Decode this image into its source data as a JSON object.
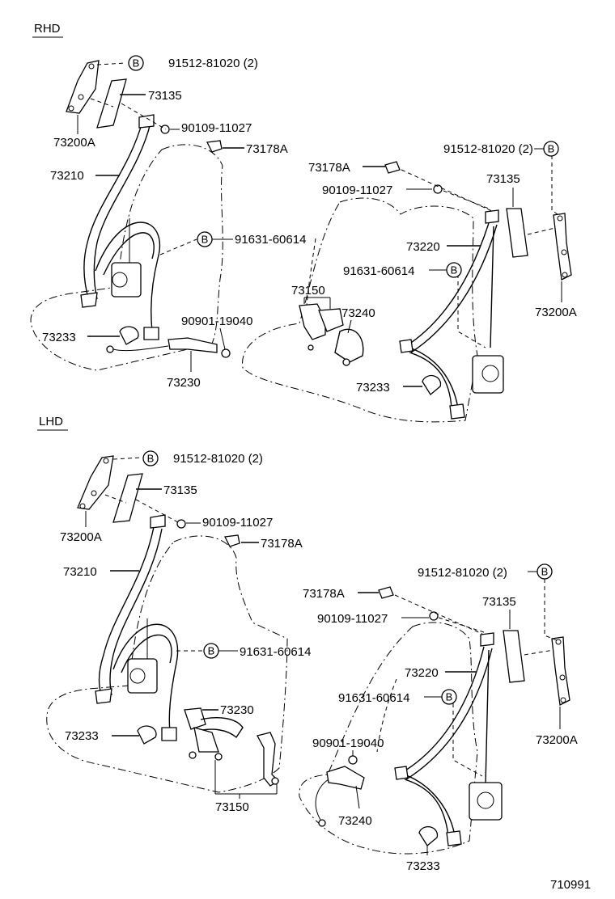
{
  "sections": {
    "rhd": "RHD",
    "lhd": "LHD"
  },
  "ref_marker": "B",
  "drawing_number": "710991",
  "parts": {
    "p91512": "91512-81020 (2)",
    "p73135": "73135",
    "p73200A": "73200A",
    "p90109": "90109-11027",
    "p73178A": "73178A",
    "p73210": "73210",
    "p91631": "91631-60614",
    "p73220": "73220",
    "p73150": "73150",
    "p73240": "73240",
    "p90901": "90901-19040",
    "p73233": "73233",
    "p73230": "73230"
  }
}
